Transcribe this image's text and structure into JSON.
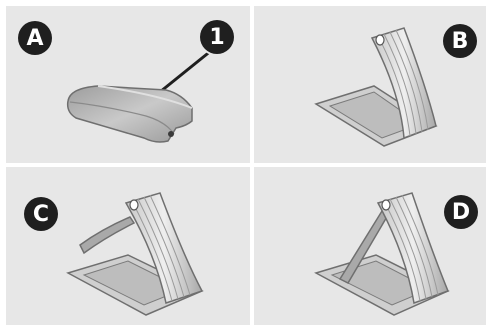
{
  "figure": {
    "panels": [
      {
        "id": "a",
        "label": "A"
      },
      {
        "id": "b",
        "label": "B"
      },
      {
        "id": "c",
        "label": "C"
      },
      {
        "id": "d",
        "label": "D"
      }
    ],
    "callout": {
      "number": "1"
    }
  },
  "colors": {
    "panel_bg": "#e7e7e7",
    "badge_bg": "#1f1f1f",
    "badge_text": "#ffffff",
    "part_light": "#d9d9d9",
    "part_mid": "#b5b5b5",
    "part_dark": "#8a8a8a",
    "outline": "#6f6f6f"
  }
}
